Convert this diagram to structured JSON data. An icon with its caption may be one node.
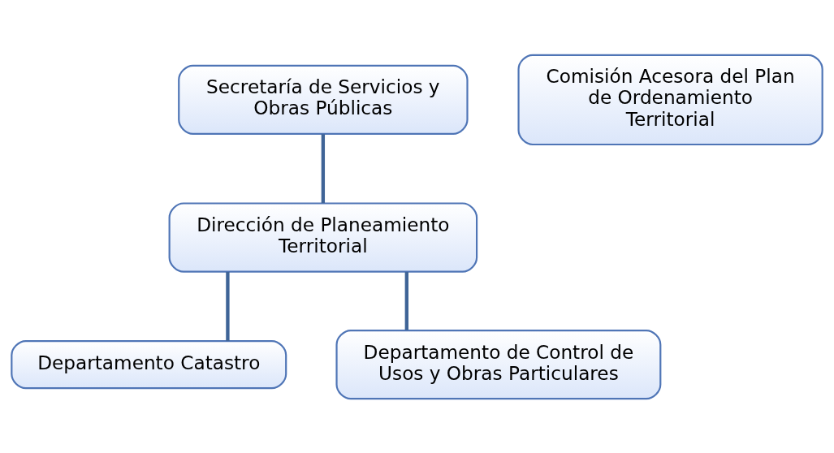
{
  "diagram": {
    "nodes": [
      {
        "text": [
          "Secretaría de Servicios y Obras Públicas"
        ]
      },
      {
        "text": [
          "Comisión Acesora del Plan de Ordenamiento Territorial"
        ]
      },
      {
        "text": [
          "Dirección de Planeamiento Territorial"
        ]
      },
      {
        "text": [
          "Departamento Catastro"
        ]
      },
      {
        "text": [
          "Departamento de Control de Usos y Obras Particulares"
        ]
      }
    ],
    "edges": [
      {
        "from": 0,
        "to": 2,
        "arrow": "none"
      },
      {
        "from": 2,
        "to": 3,
        "arrow": "none"
      },
      {
        "from": 2,
        "to": 4,
        "arrow": "none"
      }
    ]
  }
}
